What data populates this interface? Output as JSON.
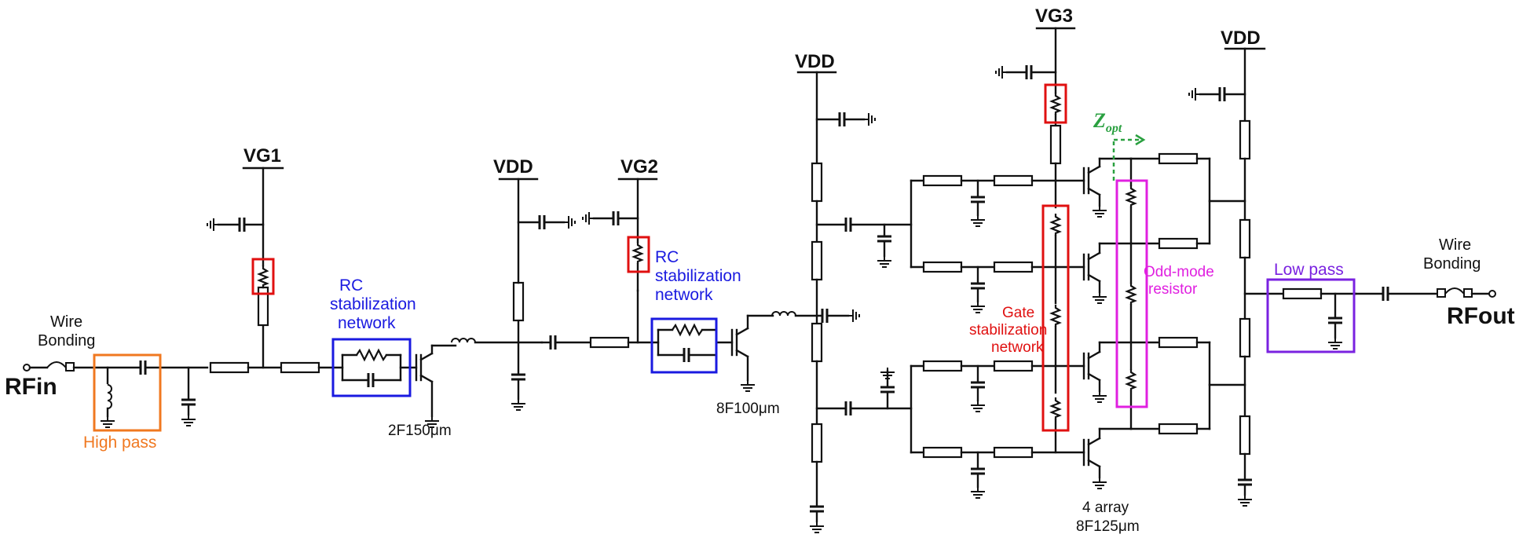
{
  "labels": {
    "vg1": "VG1",
    "vg2": "VG2",
    "vg3": "VG3",
    "vdd_stage1": "VDD",
    "vdd_stage2": "VDD",
    "vdd_output": "VDD",
    "wire_bonding_in_line1": "Wire",
    "wire_bonding_in_line2": "Bonding",
    "wire_bonding_out_line1": "Wire",
    "wire_bonding_out_line2": "Bonding",
    "rf_in": "RFin",
    "rf_out": "RFout",
    "high_pass": "High pass",
    "low_pass": "Low pass",
    "rc_stab_1_line1": "RC",
    "rc_stab_1_line2": "stabilization",
    "rc_stab_1_line3": "network",
    "rc_stab_2_line1": "RC",
    "rc_stab_2_line2": "stabilization",
    "rc_stab_2_line3": "network",
    "gate_stab_line1": "Gate",
    "gate_stab_line2": "stabilization",
    "gate_stab_line3": "network",
    "odd_mode_line1": "Odd-mode",
    "odd_mode_line2": "resistor",
    "z_opt_main": "Z",
    "z_opt_sub": "opt",
    "device_stage1": "2F150μm",
    "device_stage2": "8F100μm",
    "device_output_line1": "4 array",
    "device_output_line2": "8F125μm"
  },
  "colors": {
    "wire": "#111111",
    "high_pass_box": "#f07820",
    "rc_network_box": "#1a1ae0",
    "stability_resistor_box": "#e01010",
    "odd_mode_box": "#e020e0",
    "low_pass_box": "#7a22e0",
    "z_opt_arrow": "#2aa040"
  }
}
